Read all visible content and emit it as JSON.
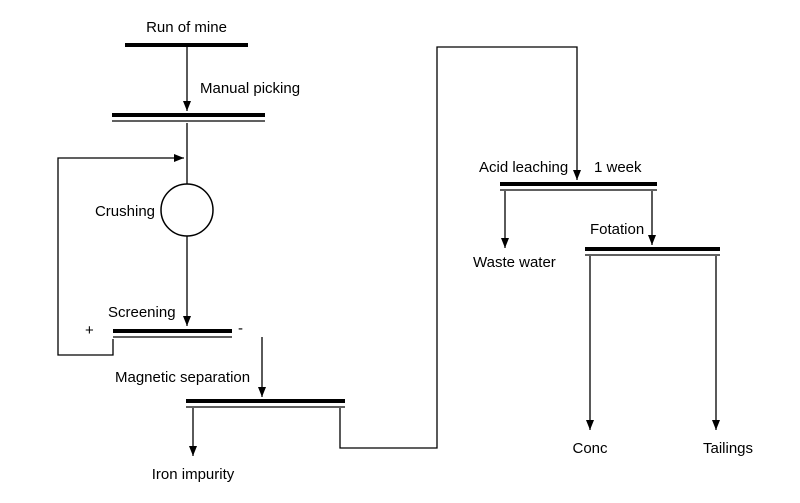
{
  "diagram": {
    "kind": "mineral-processing-flowsheet",
    "background_color": "#ffffff",
    "line_color": "#000000",
    "text_color": "#000000"
  },
  "labels": {
    "run_of_mine": "Run of mine",
    "manual_picking": "Manual picking",
    "crushing": "Crushing",
    "screening": "Screening",
    "screening_plus": "+",
    "screening_minus": "-",
    "magnetic_separation": "Magnetic separation",
    "iron_impurity": "Iron impurity",
    "acid_leaching": "Acid leaching",
    "acid_leaching_duration": "1 week",
    "waste_water": "Waste water",
    "flotation": "Fotation",
    "concentrate": "Conc",
    "tailings": "Tailings"
  }
}
